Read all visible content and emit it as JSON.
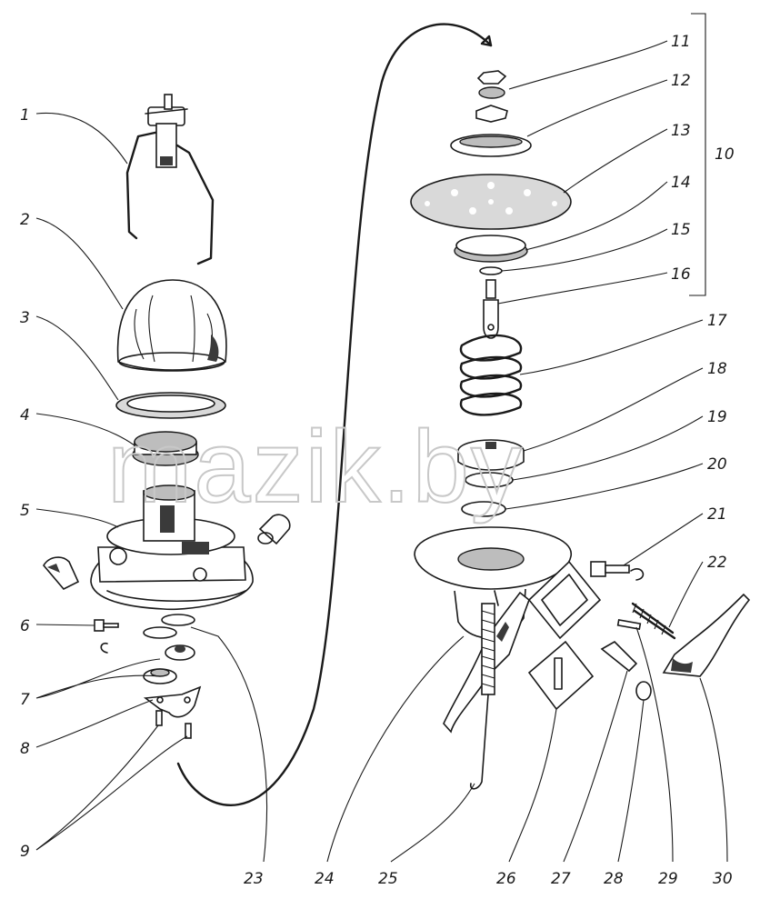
{
  "watermark": "mazik.by",
  "callouts": [
    {
      "id": "1",
      "text": "1"
    },
    {
      "id": "2",
      "text": "2"
    },
    {
      "id": "3",
      "text": "3"
    },
    {
      "id": "4",
      "text": "4"
    },
    {
      "id": "5",
      "text": "5"
    },
    {
      "id": "6",
      "text": "6"
    },
    {
      "id": "7",
      "text": "7"
    },
    {
      "id": "8",
      "text": "8"
    },
    {
      "id": "9",
      "text": "9"
    },
    {
      "id": "10",
      "text": "10"
    },
    {
      "id": "11",
      "text": "11"
    },
    {
      "id": "12",
      "text": "12"
    },
    {
      "id": "13",
      "text": "13"
    },
    {
      "id": "14",
      "text": "14"
    },
    {
      "id": "15",
      "text": "15"
    },
    {
      "id": "16",
      "text": "16"
    },
    {
      "id": "17",
      "text": "17"
    },
    {
      "id": "18",
      "text": "18"
    },
    {
      "id": "19",
      "text": "19"
    },
    {
      "id": "20",
      "text": "20"
    },
    {
      "id": "21",
      "text": "21"
    },
    {
      "id": "22",
      "text": "22"
    },
    {
      "id": "23",
      "text": "23"
    },
    {
      "id": "24",
      "text": "24"
    },
    {
      "id": "25",
      "text": "25"
    },
    {
      "id": "26",
      "text": "26"
    },
    {
      "id": "27",
      "text": "27"
    },
    {
      "id": "28",
      "text": "28"
    },
    {
      "id": "29",
      "text": "29"
    },
    {
      "id": "30",
      "text": "30"
    }
  ]
}
